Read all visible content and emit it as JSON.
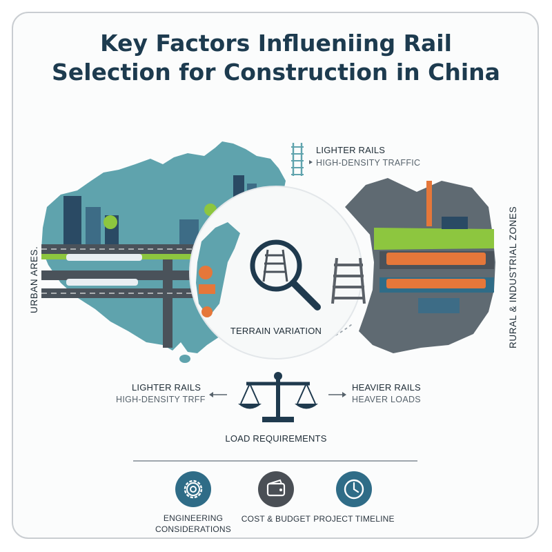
{
  "title": {
    "line1": "Key Factors Influeniing Rail",
    "line2": "Selection for Construction in China"
  },
  "top_right": {
    "label": "LIGHTER RAILS",
    "sublabel": "HIGH-DENSITY TRAFFIC",
    "icon": "rail-track-icon"
  },
  "left_side_label": "URBAN ARES.",
  "right_side_label": "RURAL & INDUSTRIAL ZONES",
  "center_label": "TERRAIN VARIATION",
  "load": {
    "left_label": "LIGHTER RAILS",
    "left_sublabel": "HIGH-DENSITY TRFF",
    "right_label": "HEAVIER RAILS",
    "right_sublabel": "HEAVER LOADS",
    "bottom_label": "LOAD REQUIREMENTS",
    "icon": "balance-scale-icon"
  },
  "bottom_items": [
    {
      "line1": "ENGINEERING",
      "line2": "CONSIDERATIONS",
      "icon": "gear-icon",
      "color": "#2f6c87"
    },
    {
      "line1": "COST & BUDGET",
      "line2": "",
      "icon": "wallet-icon",
      "color": "#4a4f55"
    },
    {
      "line1": "PROJECT TIMELINE",
      "line2": "",
      "icon": "clock-icon",
      "color": "#2f6c87"
    }
  ],
  "colors": {
    "title": "#1d3b4f",
    "map": "#5fa3ad",
    "accent_orange": "#e5773a",
    "accent_green": "#8dc63f",
    "track": "#4a525a"
  }
}
